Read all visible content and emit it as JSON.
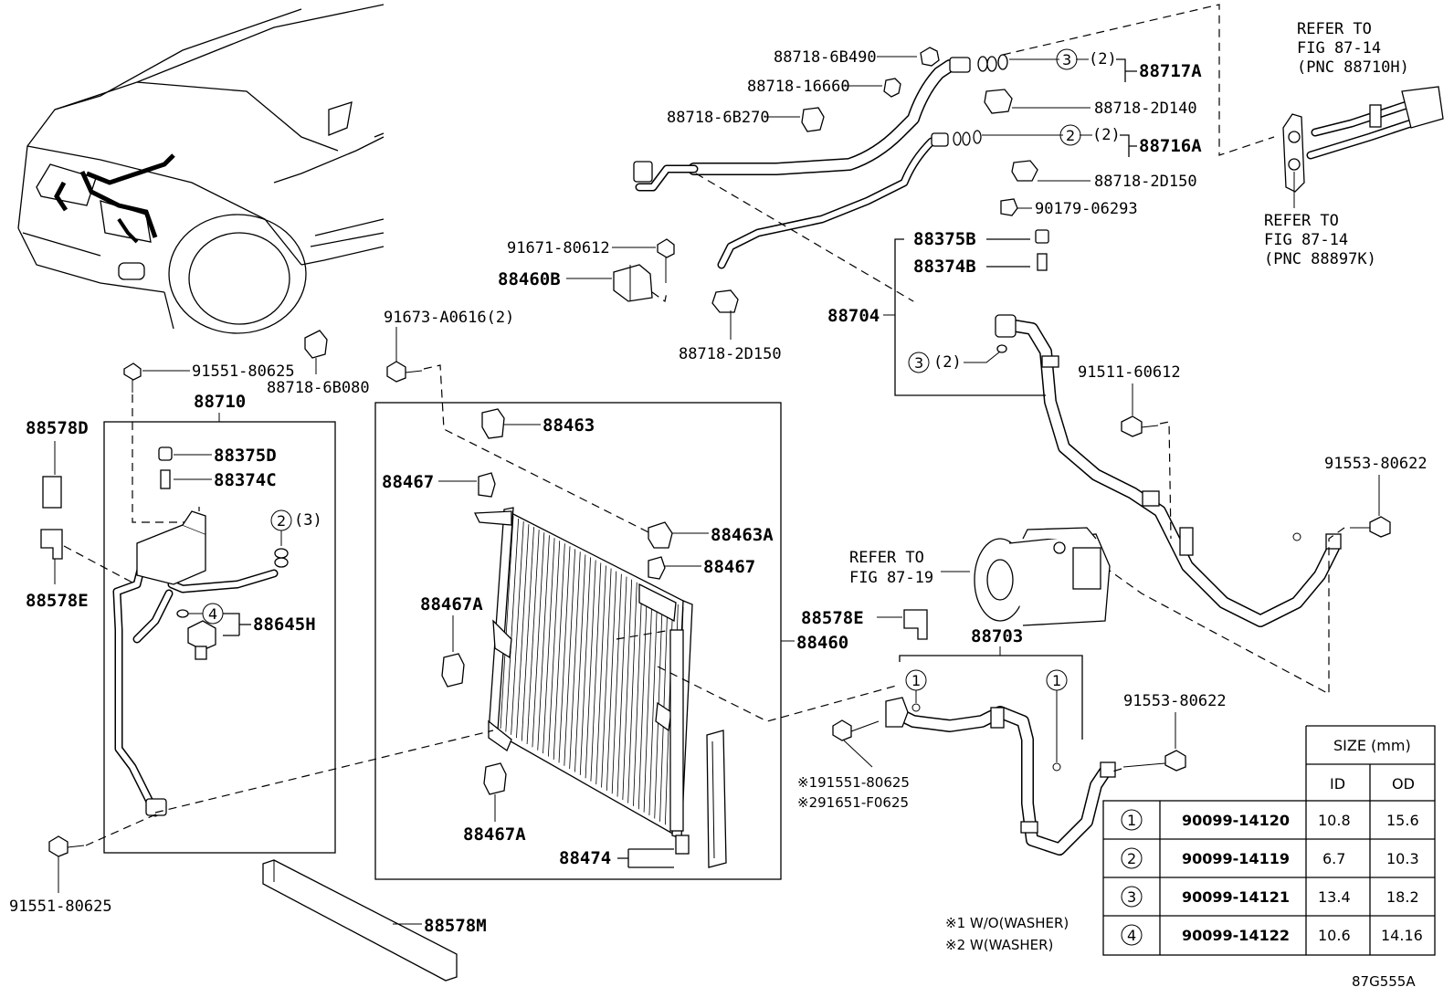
{
  "diagram_code": "87G555A",
  "vehicle_label": "vehicle-front-illustration",
  "parts": {
    "p88718_6B490": "88718-6B490",
    "p88718_16660": "88718-16660",
    "p88718_6B270": "88718-6B270",
    "p88717A": "88717A",
    "p88718_2D140": "88718-2D140",
    "p88716A": "88716A",
    "p88718_2D150_top": "88718-2D150",
    "p90179_06293": "90179-06293",
    "p88375B": "88375B",
    "p88374B": "88374B",
    "p88704": "88704",
    "p91671_80612": "91671-80612",
    "p88460B": "88460B",
    "p88718_2D150_mid": "88718-2D150",
    "p91673_A0616": "91673-A0616(2)",
    "p88718_6B080": "88718-6B080",
    "p91551_80625_top": "91551-80625",
    "p88710": "88710",
    "p88578D": "88578D",
    "p88375D": "88375D",
    "p88374C": "88374C",
    "p88578E_left": "88578E",
    "p88645H": "88645H",
    "p91551_80625_bottom": "91551-80625",
    "p88463": "88463",
    "p88467_top": "88467",
    "p88463A": "88463A",
    "p88467_mid": "88467",
    "p88467A_top": "88467A",
    "p88467A_bottom": "88467A",
    "p88474": "88474",
    "p88578E_right": "88578E",
    "p88460": "88460",
    "p88703": "88703",
    "p91511_60612": "91511-60612",
    "p91553_80622_right": "91553-80622",
    "p91553_80622_bottom": "91553-80622",
    "p88578M": "88578M",
    "p91551_80625_note": "※191551-80625",
    "p91651_F0625_note": "※291651-F0625"
  },
  "qty": {
    "q2_3": "(3)",
    "q3_2_top": "(2)",
    "q2_2_top": "(2)",
    "q3_2_mid": "(2)"
  },
  "circle_refs": {
    "c1": "1",
    "c2": "2",
    "c3": "3",
    "c4": "4"
  },
  "references": {
    "ref_top_right_1": "REFER TO",
    "ref_top_right_2": "FIG 87-14",
    "ref_top_right_3": "(PNC 88710H)",
    "ref_mid_right_1": "REFER TO",
    "ref_mid_right_2": "FIG 87-14",
    "ref_mid_right_3": "(PNC 88897K)",
    "ref_compressor_1": "REFER TO",
    "ref_compressor_2": "FIG 87-19"
  },
  "notes": {
    "n1": "※1 W/O(WASHER)",
    "n2": "※2 W(WASHER)"
  },
  "size_table": {
    "title": "SIZE (mm)",
    "col_id": "ID",
    "col_od": "OD",
    "rows": [
      {
        "ref": "1",
        "part": "90099-14120",
        "id": "10.8",
        "od": "15.6"
      },
      {
        "ref": "2",
        "part": "90099-14119",
        "id": "6.7",
        "od": "10.3"
      },
      {
        "ref": "3",
        "part": "90099-14121",
        "id": "13.4",
        "od": "18.2"
      },
      {
        "ref": "4",
        "part": "90099-14122",
        "id": "10.6",
        "od": "14.16"
      }
    ]
  }
}
